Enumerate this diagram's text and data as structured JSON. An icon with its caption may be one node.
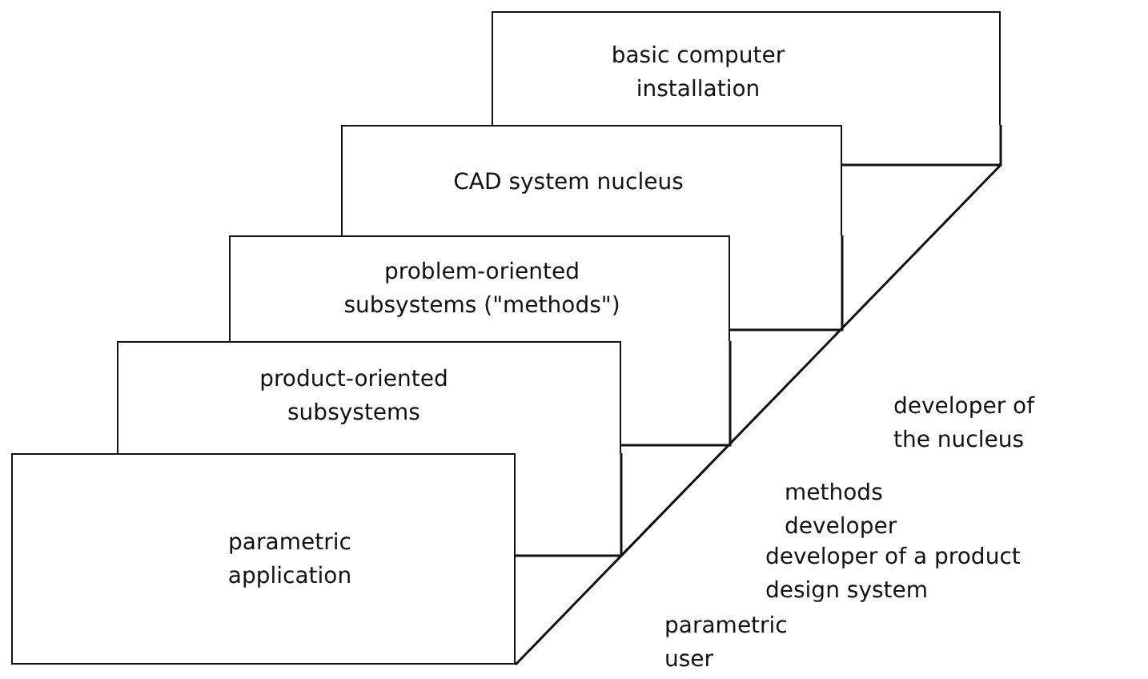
{
  "diagram": {
    "nodes": [
      {
        "text": [
          "basic computer installation"
        ]
      },
      {
        "text": [
          "CAD system nucleus"
        ]
      },
      {
        "text": [
          "problem-oriented subsystems (\"methods\")"
        ]
      },
      {
        "text": [
          "product-oriented subsystems"
        ]
      },
      {
        "text": [
          "parametric application"
        ]
      }
    ],
    "edges": [],
    "labels": [
      "developer of the nucleus",
      "methods developer",
      "developer of a product design system",
      "parametric user"
    ]
  }
}
